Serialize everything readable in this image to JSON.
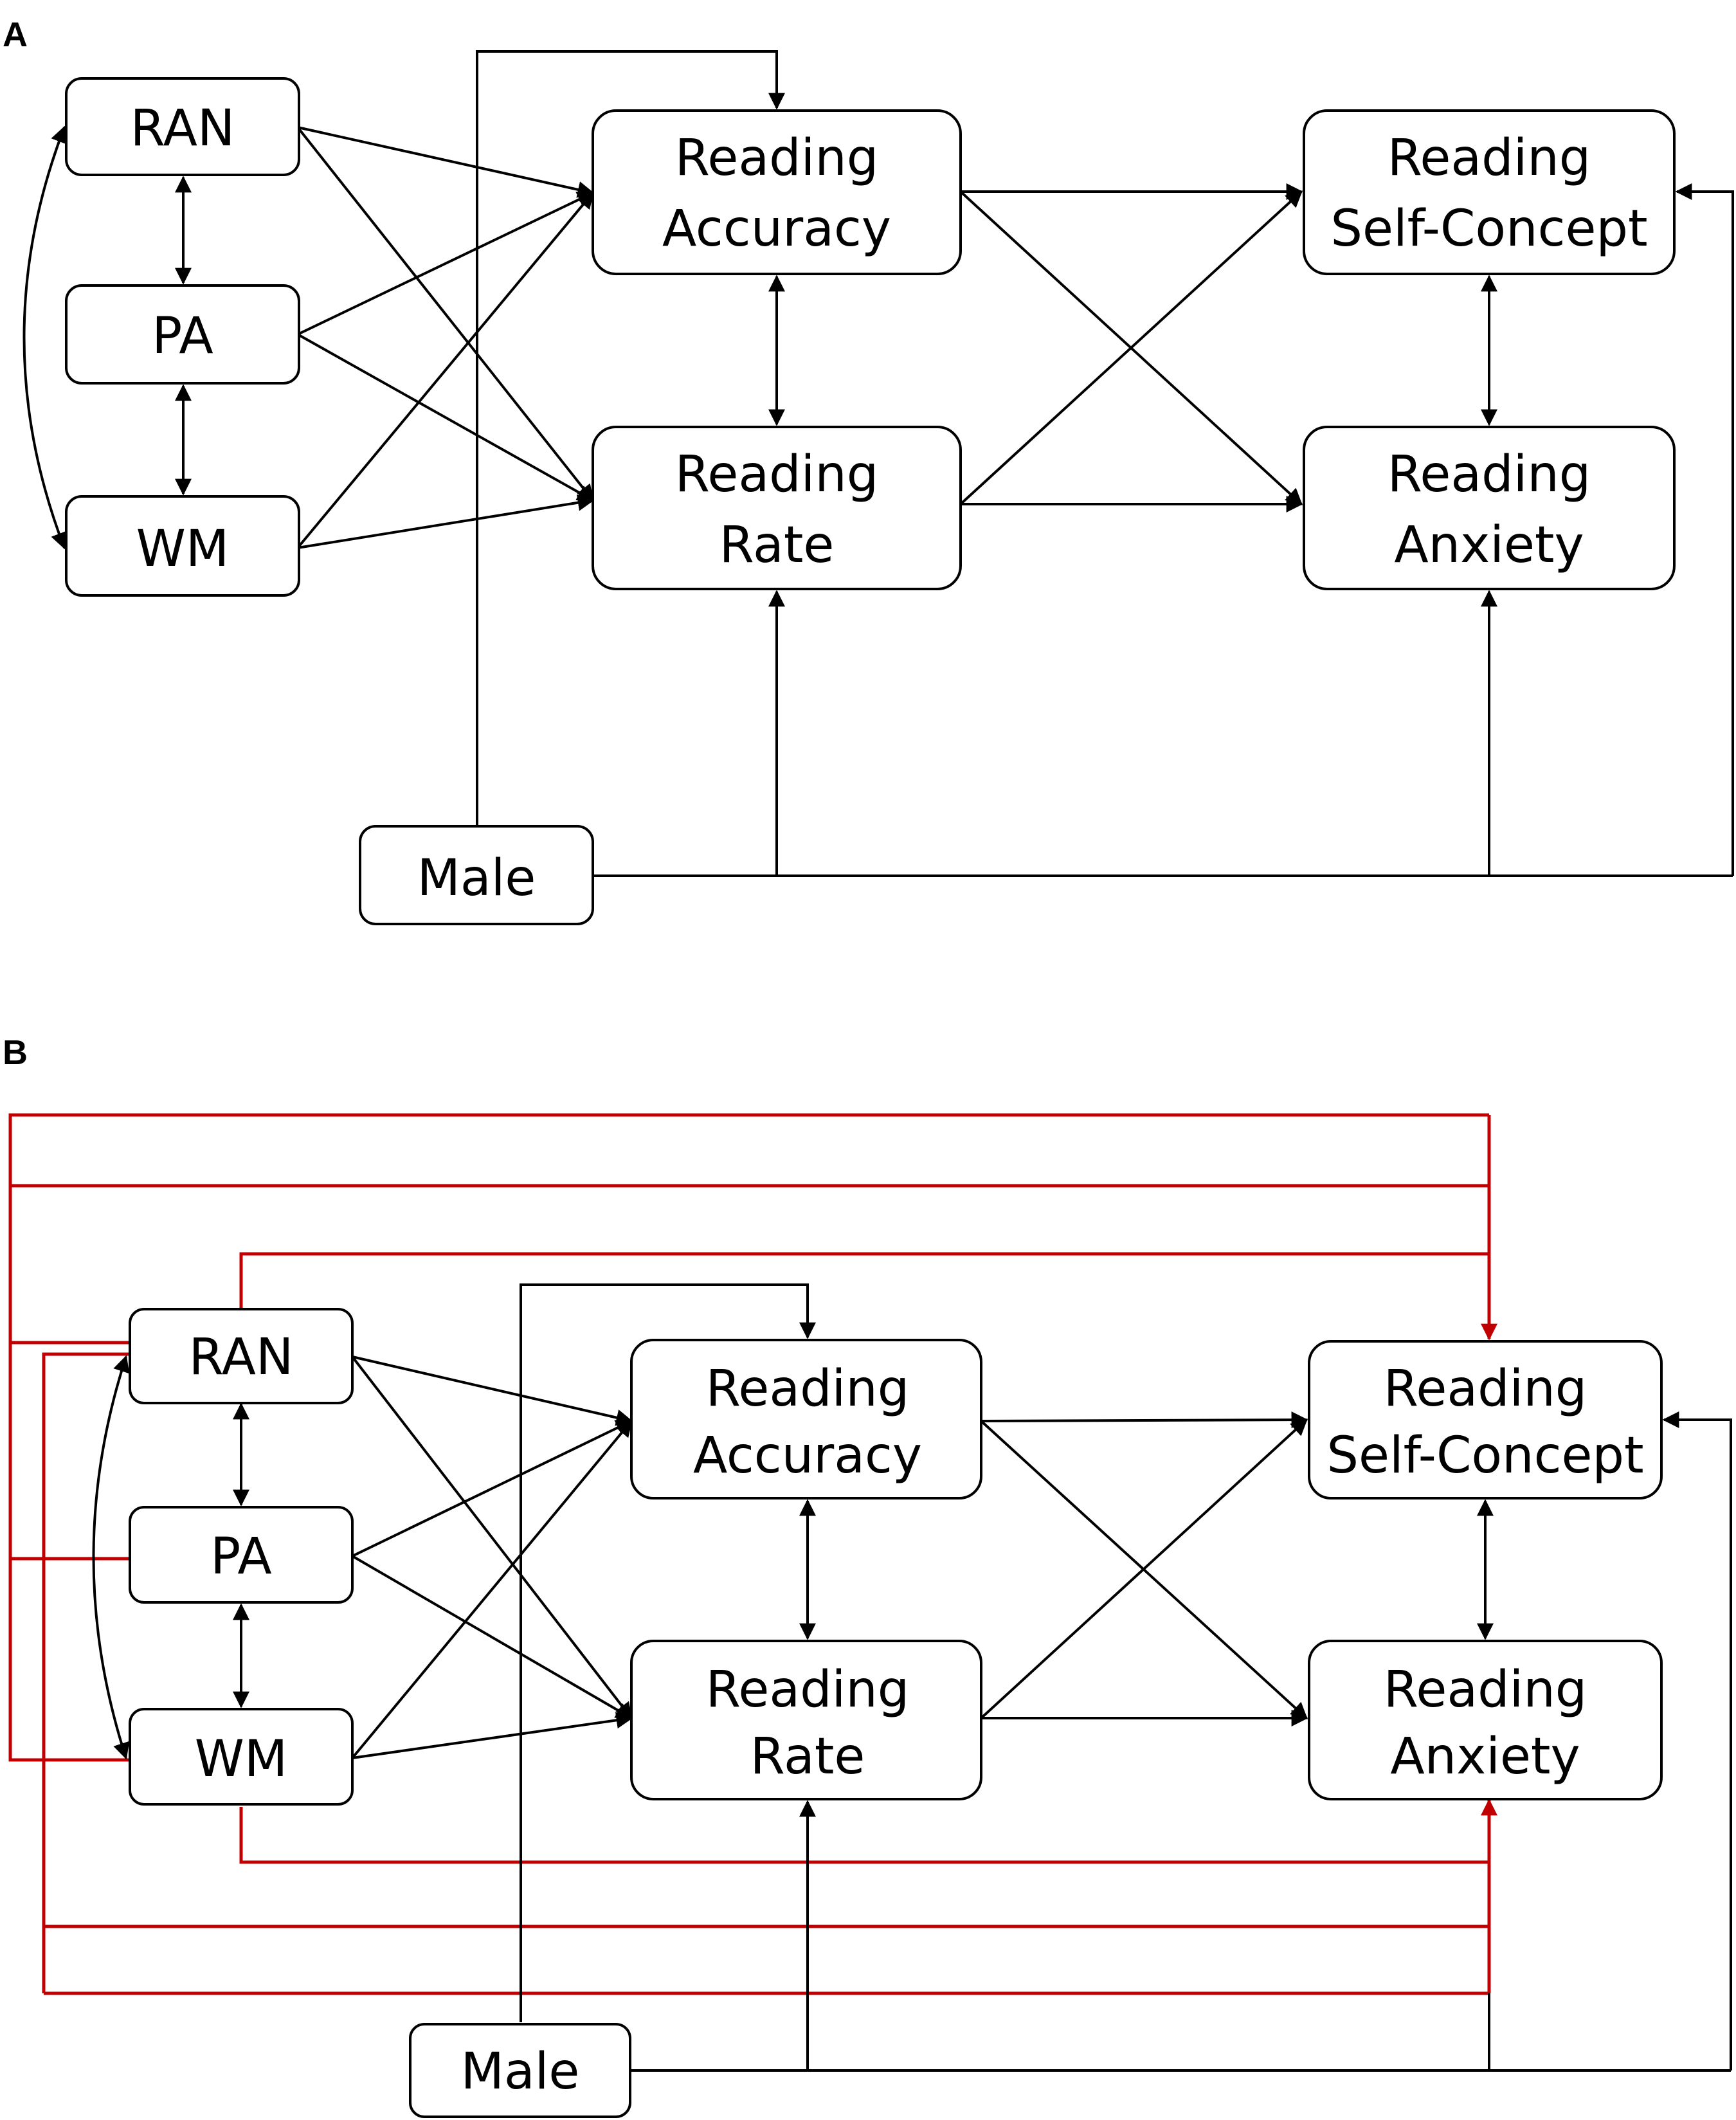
{
  "panels": {
    "a": {
      "label": "A",
      "nodes": {
        "ran": "RAN",
        "pa": "PA",
        "wm": "WM",
        "acc1": "Reading",
        "acc2": "Accuracy",
        "rate1": "Reading",
        "rate2": "Rate",
        "self1": "Reading",
        "self2": "Self-Concept",
        "anx1": "Reading",
        "anx2": "Anxiety",
        "male": "Male"
      }
    },
    "b": {
      "label": "B",
      "nodes": {
        "ran": "RAN",
        "pa": "PA",
        "wm": "WM",
        "acc1": "Reading",
        "acc2": "Accuracy",
        "rate1": "Reading",
        "rate2": "Rate",
        "self1": "Reading",
        "self2": "Self-Concept",
        "anx1": "Reading",
        "anx2": "Anxiety",
        "male": "Male"
      }
    }
  },
  "colors": {
    "line": "#000000",
    "highlight": "#c00000"
  }
}
